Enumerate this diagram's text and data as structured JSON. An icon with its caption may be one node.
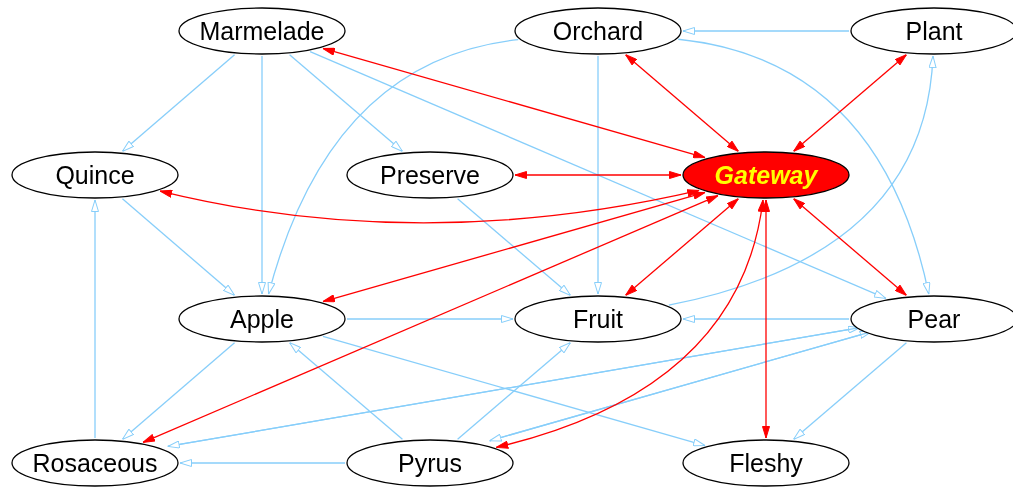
{
  "diagram": {
    "nodes": [
      {
        "text": [
          "Marmelade"
        ]
      },
      {
        "text": [
          "Orchard"
        ]
      },
      {
        "text": [
          "Plant"
        ]
      },
      {
        "text": [
          "Quince"
        ]
      },
      {
        "text": [
          "Preserve"
        ]
      },
      {
        "text": [
          "Gateway"
        ]
      },
      {
        "text": [
          "Apple"
        ]
      },
      {
        "text": [
          "Fruit"
        ]
      },
      {
        "text": [
          "Pear"
        ]
      },
      {
        "text": [
          "Rosaceous"
        ]
      },
      {
        "text": [
          "Pyrus"
        ]
      },
      {
        "text": [
          "Fleshy"
        ]
      }
    ],
    "edges": [
      {
        "from": 0,
        "to": 3,
        "arrow": "to"
      },
      {
        "from": 0,
        "to": 6,
        "arrow": "to"
      },
      {
        "from": 0,
        "to": 4,
        "arrow": "to"
      },
      {
        "from": 0,
        "to": 8,
        "arrow": "to"
      },
      {
        "from": 1,
        "to": 6,
        "arrow": "to"
      },
      {
        "from": 1,
        "to": 7,
        "arrow": "to"
      },
      {
        "from": 1,
        "to": 8,
        "arrow": "to"
      },
      {
        "from": 2,
        "to": 1,
        "arrow": "to"
      },
      {
        "from": 3,
        "to": 6,
        "arrow": "to"
      },
      {
        "from": 9,
        "to": 3,
        "arrow": "to"
      },
      {
        "from": 4,
        "to": 7,
        "arrow": "to"
      },
      {
        "from": 6,
        "to": 7,
        "arrow": "to"
      },
      {
        "from": 6,
        "to": 9,
        "arrow": "to"
      },
      {
        "from": 6,
        "to": 11,
        "arrow": "to"
      },
      {
        "from": 10,
        "to": 6,
        "arrow": "to"
      },
      {
        "from": 10,
        "to": 7,
        "arrow": "to"
      },
      {
        "from": 10,
        "to": 9,
        "arrow": "to"
      },
      {
        "from": 7,
        "to": 2,
        "arrow": "to"
      },
      {
        "from": 8,
        "to": 7,
        "arrow": "to"
      },
      {
        "from": 9,
        "to": 8,
        "arrow": "to"
      },
      {
        "from": 8,
        "to": 9,
        "arrow": "to"
      },
      {
        "from": 10,
        "to": 8,
        "arrow": "to"
      },
      {
        "from": 8,
        "to": 10,
        "arrow": "to"
      },
      {
        "from": 8,
        "to": 11,
        "arrow": "to"
      },
      {
        "from": 0,
        "to": 5,
        "arrow": "both",
        "color": "#ff0000"
      },
      {
        "from": 1,
        "to": 5,
        "arrow": "both",
        "color": "#ff0000"
      },
      {
        "from": 2,
        "to": 5,
        "arrow": "both",
        "color": "#ff0000"
      },
      {
        "from": 4,
        "to": 5,
        "arrow": "both",
        "color": "#ff0000"
      },
      {
        "from": 3,
        "to": 5,
        "arrow": "both",
        "color": "#ff0000"
      },
      {
        "from": 6,
        "to": 5,
        "arrow": "both",
        "color": "#ff0000"
      },
      {
        "from": 9,
        "to": 5,
        "arrow": "both",
        "color": "#ff0000"
      },
      {
        "from": 7,
        "to": 5,
        "arrow": "both",
        "color": "#ff0000"
      },
      {
        "from": 10,
        "to": 5,
        "arrow": "both",
        "color": "#ff0000"
      },
      {
        "from": 11,
        "to": 5,
        "arrow": "both",
        "color": "#ff0000"
      },
      {
        "from": 8,
        "to": 5,
        "arrow": "both",
        "color": "#ff0000"
      }
    ]
  }
}
